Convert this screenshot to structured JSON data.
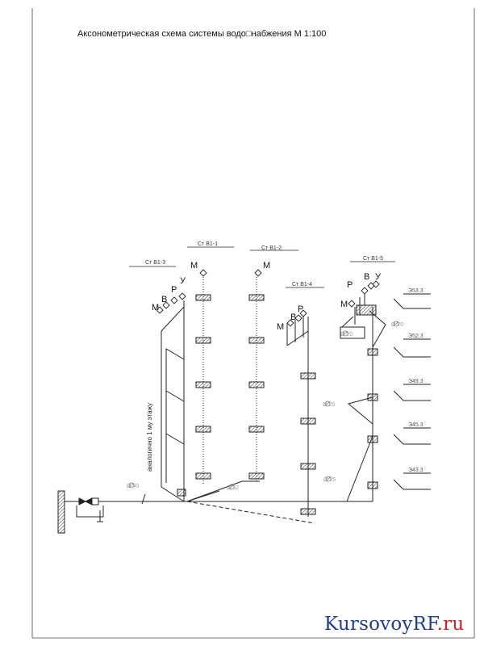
{
  "title": "Аксонометрическая схема системы водо□набжения М 1:100",
  "watermark": {
    "brand": "KursovoyRF",
    "tld": ".ru"
  },
  "colors": {
    "line": "#222222",
    "hatch": "#333333",
    "brand_blue": "#1e3e8c",
    "brand_red": "#d61f26",
    "dim_text": "#999999"
  },
  "risers": [
    {
      "label": "Ст В1-3"
    },
    {
      "label": "Ст В1-1"
    },
    {
      "label": "Ст В1-2"
    },
    {
      "label": "Ст В1-4"
    },
    {
      "label": "Ст В1-5"
    }
  ],
  "fixtures": {
    "M": "М",
    "B": "В",
    "P": "Р",
    "U": "У"
  },
  "note": "аналогично 1 му этажу",
  "diameters": {
    "main": "Ø 40",
    "branch_low": "Ø 32",
    "branch_mid": "Ø 25",
    "branch_b15": "Ø 25",
    "b15_top": "Ø 20",
    "b15_left": "Ø 20"
  },
  "levels": [
    "Э53.3",
    "Э52.3",
    "Э49.3",
    "Э45.3",
    "Э43.3"
  ]
}
